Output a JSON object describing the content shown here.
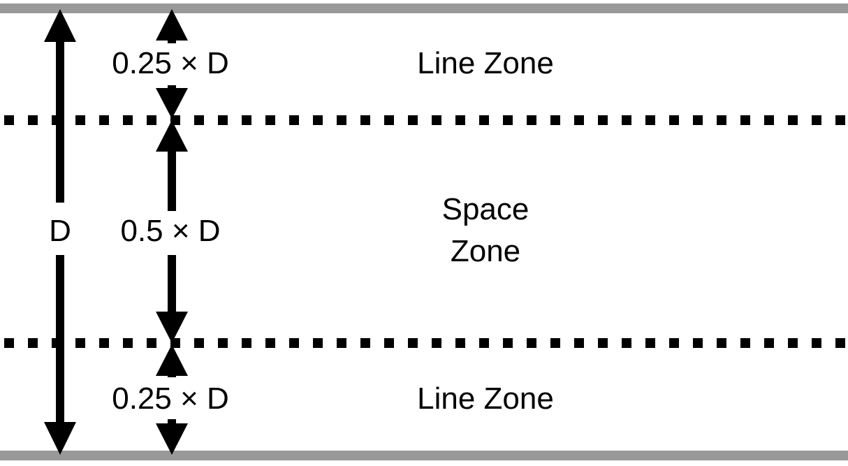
{
  "colors": {
    "boundary_line": "#999999",
    "dotted_line": "#000000",
    "arrow": "#000000",
    "text": "#000000",
    "background": "#ffffff"
  },
  "labels": {
    "total_height": "D",
    "top_segment": "0.25 × D",
    "middle_segment": "0.5 × D",
    "bottom_segment": "0.25 × D"
  },
  "zones": {
    "top": "Line Zone",
    "middle_line1": "Space",
    "middle_line2": "Zone",
    "bottom": "Line Zone"
  }
}
